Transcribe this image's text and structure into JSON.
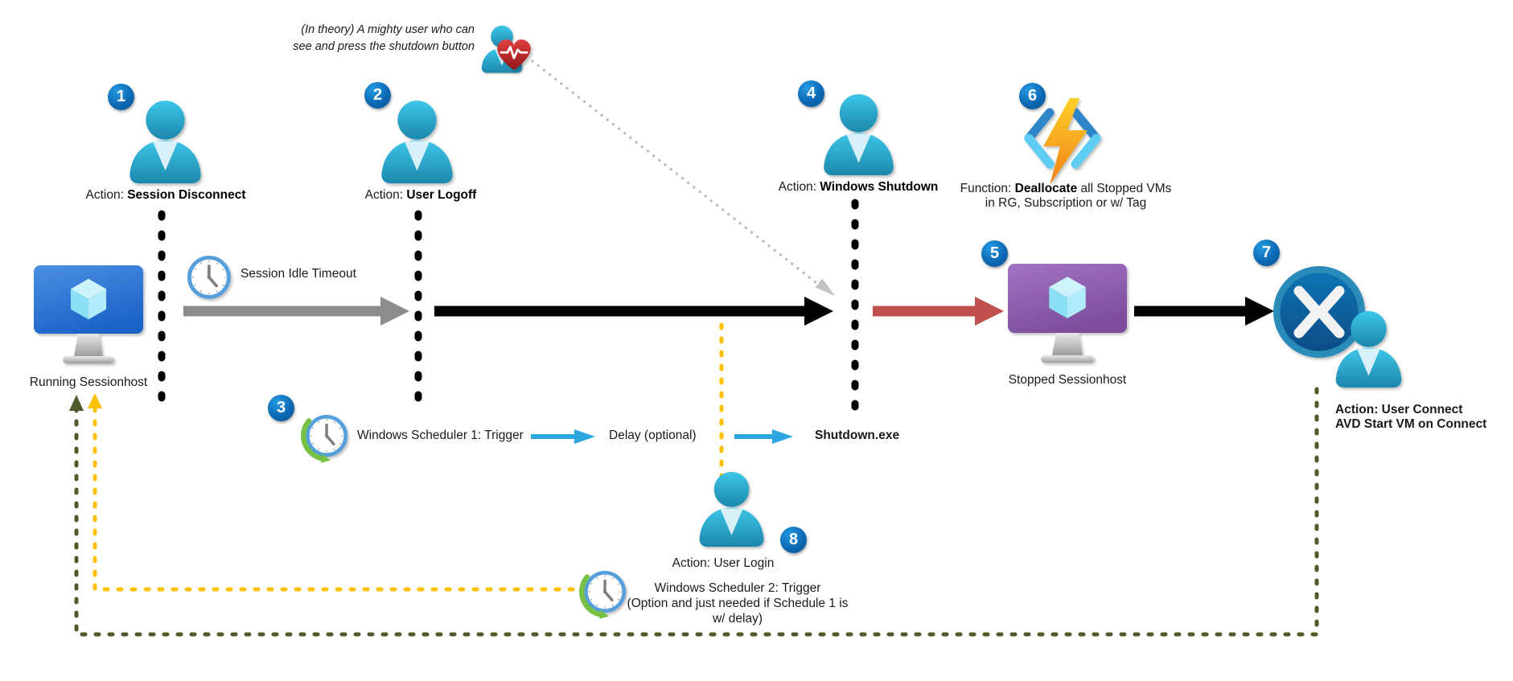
{
  "annotation": {
    "line1": "(In theory) A mighty user who can",
    "line2": "see and press the shutdown button"
  },
  "badges": {
    "b1": "1",
    "b2": "2",
    "b3": "3",
    "b4": "4",
    "b5": "5",
    "b6": "6",
    "b7": "7",
    "b8": "8"
  },
  "steps": {
    "s1": {
      "prefix": "Action: ",
      "bold": "Session Disconnect"
    },
    "s2": {
      "prefix": "Action: ",
      "bold": "User Logoff"
    },
    "s3": {
      "label": "Windows Scheduler 1: Trigger"
    },
    "s4": {
      "prefix": "Action: ",
      "bold": "Windows Shutdown"
    },
    "s5": {
      "label": "Stopped Sessionhost"
    },
    "s6": {
      "prefix": "Function: ",
      "bold": "Deallocate",
      "suffix": " all Stopped VMs",
      "line2": "in RG, Subscription or w/ Tag"
    },
    "s7": {
      "line1": "Action: User Connect",
      "line2": "AVD Start VM on Connect"
    },
    "s8": {
      "label": "Action: User Login"
    }
  },
  "labels": {
    "running_host": "Running Sessionhost",
    "session_idle": "Session Idle Timeout",
    "delay": "Delay (optional)",
    "shutdown": "Shutdown.exe",
    "scheduler2_line1": "Windows Scheduler 2: Trigger",
    "scheduler2_line2": "(Option and just needed if Schedule 1 is",
    "scheduler2_line3": "w/ delay)"
  },
  "icons": {
    "user": "person-silhouette",
    "heart_pulse": "heart-with-ekg-pulse",
    "monitor_cube": "azure-vm-monitor",
    "functions": "azure-functions-lightning",
    "avd": "azure-virtual-desktop-chevrons",
    "clock": "clock-face",
    "scheduler_clock": "clock-with-green-refresh-arrow"
  },
  "colors": {
    "badge_blue": "#0d69b4",
    "user_cyan": "#2cb3da",
    "monitor_running_blue": "#2a72d4",
    "monitor_stopped_purple": "#8e5ca8",
    "arrow_gray": "#8c8c8c",
    "arrow_black": "#000000",
    "arrow_red": "#c0504d",
    "arrow_blue": "#2da7e0",
    "dash_yellow": "#ffc000",
    "dash_olive": "#4e5b29",
    "functions_orange": "#f7a21b",
    "avd_dark_blue": "#0d5e9e"
  }
}
